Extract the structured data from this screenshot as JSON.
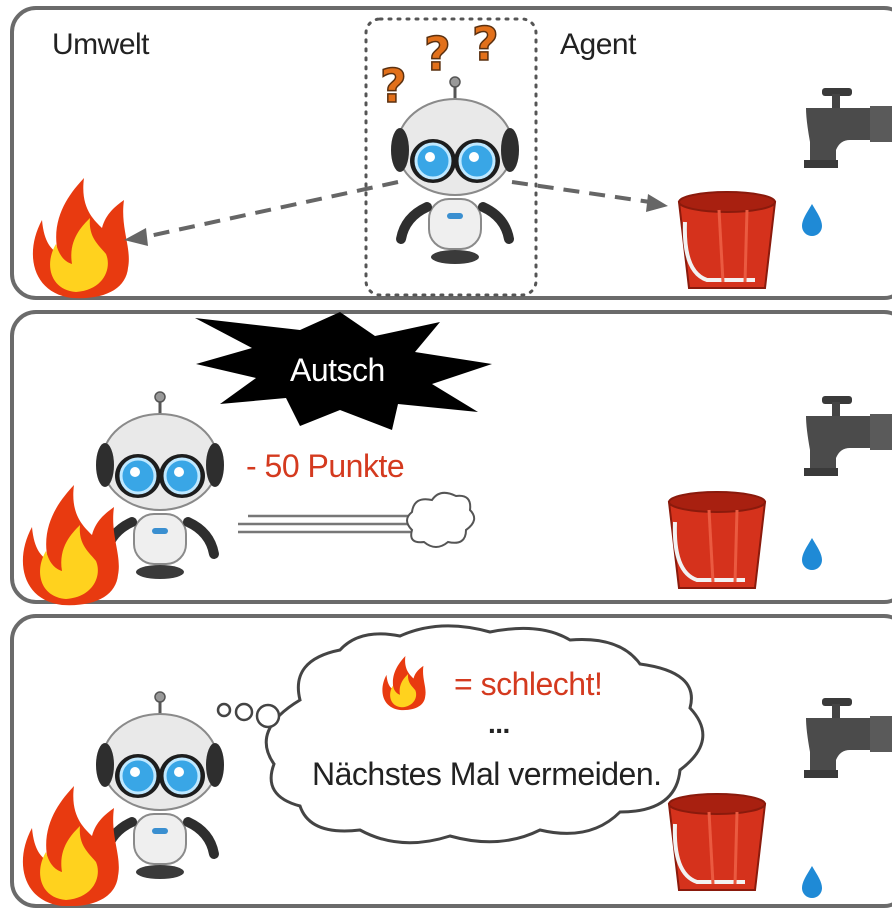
{
  "panels": [
    {
      "environment_label": "Umwelt",
      "agent_label": "Agent"
    },
    {
      "exclamation": "Autsch",
      "penalty": "- 50 Punkte"
    },
    {
      "thought_equals": "= schlecht!",
      "thought_ellipsis": "...",
      "thought_conclusion": "Nächstes Mal vermeiden."
    }
  ],
  "colors": {
    "fire_outer": "#e83a10",
    "fire_inner": "#ffd21e",
    "bucket": "#d5321c",
    "penalty": "#d43a1f",
    "robot_eye": "#39a6e6"
  }
}
